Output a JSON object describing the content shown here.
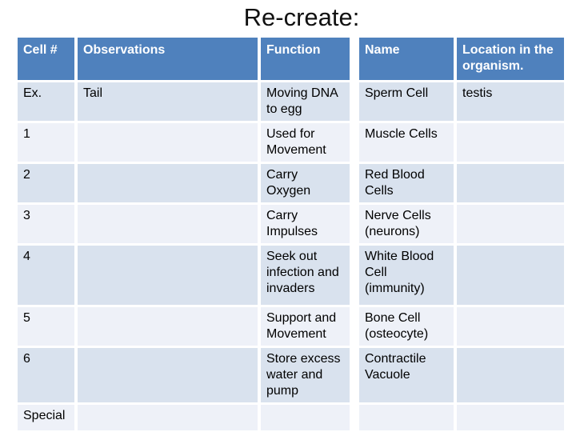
{
  "title": "Re-create:",
  "colors": {
    "background": "#ffffff",
    "title_text": "#111111",
    "header_bg": "#4f81bd",
    "header_text": "#ffffff",
    "band_dark": "#d9e2ee",
    "band_light": "#eef1f8",
    "body_text": "#000000"
  },
  "table": {
    "columns": [
      "Cell #",
      "Observations",
      "Function",
      "Name",
      "Location in the organism."
    ],
    "rows": [
      {
        "cell_num": "Ex.",
        "observations": "Tail",
        "function": "Moving DNA to egg",
        "name": "Sperm Cell",
        "location": "testis"
      },
      {
        "cell_num": "1",
        "observations": "",
        "function": "Used for Movement",
        "name": "Muscle Cells",
        "location": ""
      },
      {
        "cell_num": "2",
        "observations": "",
        "function": "Carry Oxygen",
        "name": "Red Blood Cells",
        "location": ""
      },
      {
        "cell_num": "3",
        "observations": "",
        "function": "Carry Impulses",
        "name": "Nerve Cells (neurons)",
        "location": ""
      },
      {
        "cell_num": "4",
        "observations": "",
        "function": "Seek out infection and invaders",
        "name": "White Blood Cell (immunity)",
        "location": ""
      },
      {
        "cell_num": "5",
        "observations": "",
        "function": "Support and Movement",
        "name": "Bone Cell (osteocyte)",
        "location": ""
      },
      {
        "cell_num": "6",
        "observations": "",
        "function": "Store excess water and pump",
        "name": "Contractile Vacuole",
        "location": ""
      },
      {
        "cell_num": "Special",
        "observations": "",
        "function": "",
        "name": "",
        "location": ""
      }
    ]
  }
}
